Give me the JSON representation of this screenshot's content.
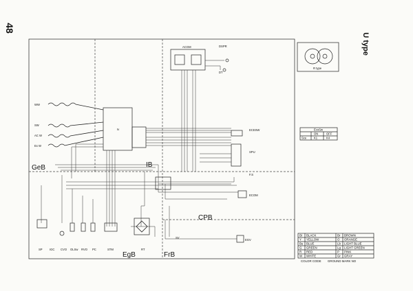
{
  "page_number": "48",
  "heading": "U type",
  "areas": [
    {
      "id": "geb",
      "label": "GeB"
    },
    {
      "id": "ib",
      "label": "IB"
    },
    {
      "id": "cpb",
      "label": "CPB"
    },
    {
      "id": "egb",
      "label": "EgB"
    },
    {
      "id": "frb",
      "label": "FrB"
    }
  ],
  "component_labels": {
    "acgm": "ACGM",
    "dspr": "DSPR",
    "dt": "DT",
    "ww": "WW",
    "sw": "SW",
    "acw": "AC W",
    "exw": "Ex W",
    "ecesw": "ECESW",
    "spu": "SPU",
    "fs": "F.S",
    "ecom": "ECOM",
    "egv": "EGV",
    "sp": "SP",
    "igc": "IGC",
    "cvo": "CVO",
    "olsw": "OLSw",
    "rvo": "RVO",
    "pc": "PC",
    "stm": "STM",
    "rt": "RT",
    "sv": "SV",
    "rtype": "R type"
  },
  "switch_table": {
    "title": "EcoSw",
    "rows": [
      [
        "",
        "ON",
        "OFF"
      ],
      [
        "Sce",
        "K1",
        "K4"
      ]
    ]
  },
  "color_legend": {
    "rows": [
      [
        "BI",
        "BLACK",
        "Br",
        "BROWN"
      ],
      [
        "Y",
        "YELLOW",
        "O",
        "ORANGE"
      ],
      [
        "Bu",
        "BLUE",
        "Lb",
        "LIGHT BLUE"
      ],
      [
        "G",
        "GREEN",
        "Lg",
        "LIGHT GREEN"
      ],
      [
        "R",
        "RED",
        "P",
        "PINK"
      ],
      [
        "W",
        "WHITE",
        "Gr",
        "GRAY"
      ]
    ],
    "footer_left": "COLOR CODE",
    "footer_right": "GROUND MARK NO"
  }
}
